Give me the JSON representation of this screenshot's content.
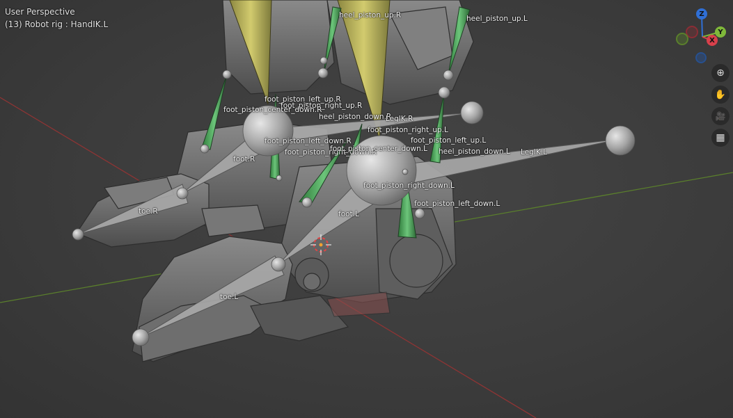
{
  "viewport": {
    "view_name": "User Perspective",
    "active_object": "(13) Robot rig : HandIK.L"
  },
  "gizmo": {
    "axes": [
      {
        "name": "z-axis",
        "label": "Z",
        "color": "#2f6fd6"
      },
      {
        "name": "y-axis",
        "label": "Y",
        "color": "#7fb83a"
      },
      {
        "name": "x-axis",
        "label": "X",
        "color": "#d8404b"
      },
      {
        "name": "neg-x-axis",
        "label": "",
        "color": "#8a2d35"
      },
      {
        "name": "neg-y-axis",
        "label": "",
        "color": "#5a7f2c"
      },
      {
        "name": "neg-z-axis",
        "label": "",
        "color": "#27508f"
      }
    ],
    "tools": [
      {
        "name": "zoom-icon",
        "glyph": "⊕"
      },
      {
        "name": "hand-pan-icon",
        "glyph": "✋"
      },
      {
        "name": "camera-icon",
        "glyph": "🎥"
      },
      {
        "name": "grid-icon",
        "glyph": "▦"
      }
    ]
  },
  "bones": [
    {
      "id": "heel-piston-up-r",
      "label": "heel_piston_up.R"
    },
    {
      "id": "heel-piston-up-l",
      "label": "heel_piston_up.L"
    },
    {
      "id": "foot-piston-left-up-r",
      "label": "foot_piston_left_up.R"
    },
    {
      "id": "foot-piston-right-up-r",
      "label": "foot_piston_right_up.R"
    },
    {
      "id": "foot-piston-center-down-r",
      "label": "foot_piston_center_down.R"
    },
    {
      "id": "heel-piston-down-r",
      "label": "heel_piston_down.R"
    },
    {
      "id": "legik-r",
      "label": "LegIK.R"
    },
    {
      "id": "foot-piston-right-up-l",
      "label": "foot_piston_right_up.L"
    },
    {
      "id": "foot-piston-left-down-r",
      "label": "foot_piston_left_down.R"
    },
    {
      "id": "foot-piston-left-up-l",
      "label": "foot_piston_left_up.L"
    },
    {
      "id": "foot-piston-right-down-r",
      "label": "foot_piston_right_down.R"
    },
    {
      "id": "foot-piston-center-down-l",
      "label": "foot_piston_center_down.L"
    },
    {
      "id": "heel-piston-down-l",
      "label": "heel_piston_down.L"
    },
    {
      "id": "legik-l",
      "label": "LegIK.L"
    },
    {
      "id": "foot-r",
      "label": "foot.R"
    },
    {
      "id": "foot-piston-right-down-l",
      "label": "foot_piston_right_down.L"
    },
    {
      "id": "foot-piston-left-down-l",
      "label": "foot_piston_left_down.L"
    },
    {
      "id": "toe-r",
      "label": "toe.R"
    },
    {
      "id": "foot-l",
      "label": "foot.L"
    },
    {
      "id": "toe-l",
      "label": "toe.L"
    }
  ],
  "colors": {
    "x_axis_line": "#a23a3a",
    "y_axis_line": "#5f8a2e",
    "bone_gray": "#9a9a9a",
    "bone_green": "#4fa35a",
    "bone_yellow": "#b9b35a",
    "mesh": "#6a6a6a"
  }
}
